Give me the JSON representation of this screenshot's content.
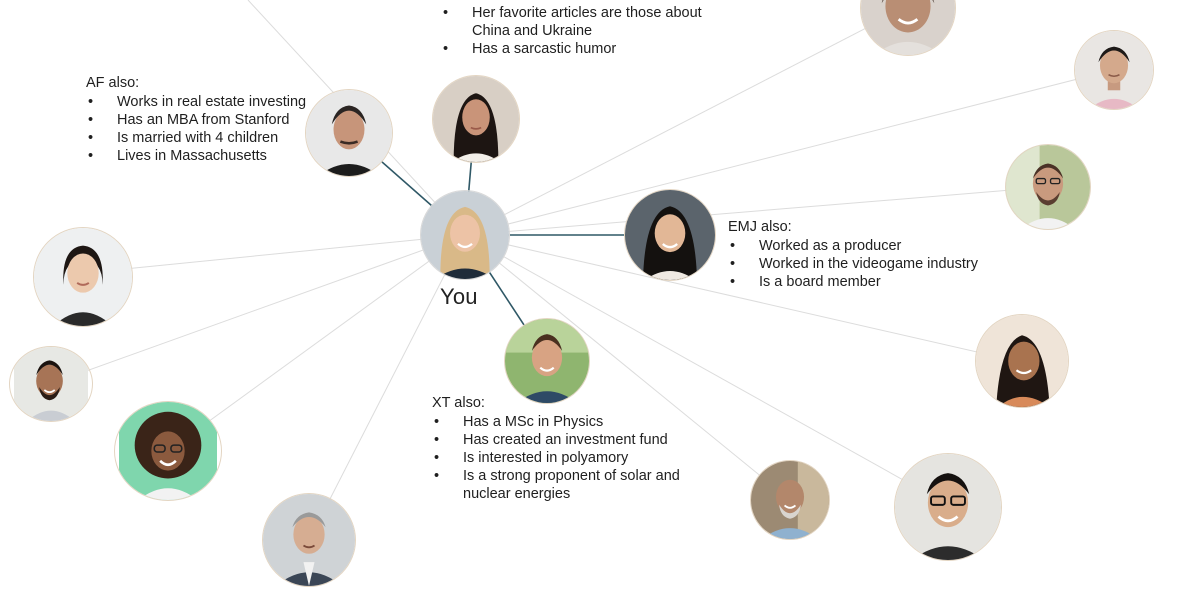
{
  "center": {
    "label": "You"
  },
  "notes": {
    "top": {
      "items": [
        "Her favorite articles are those about China and Ukraine",
        "Has a sarcastic humor"
      ]
    },
    "af": {
      "heading": "AF also:",
      "items": [
        "Works in real estate investing",
        "Has an MBA from Stanford",
        "Is married with 4 children",
        "Lives in Massachusetts"
      ]
    },
    "emj": {
      "heading": "EMJ also:",
      "items": [
        "Worked as a producer",
        "Worked in the videogame industry",
        "Is a board member"
      ]
    },
    "xt": {
      "heading": "XT also:",
      "items": [
        "Has a MSc in Physics",
        "Has created an investment fund",
        "Is interested in polyamory",
        "Is a strong proponent of solar and nuclear energies"
      ]
    }
  },
  "colors": {
    "strong_edge": "#2f5866",
    "weak_edge": "#dcdcdc",
    "node_border": "#e3d5c2"
  }
}
